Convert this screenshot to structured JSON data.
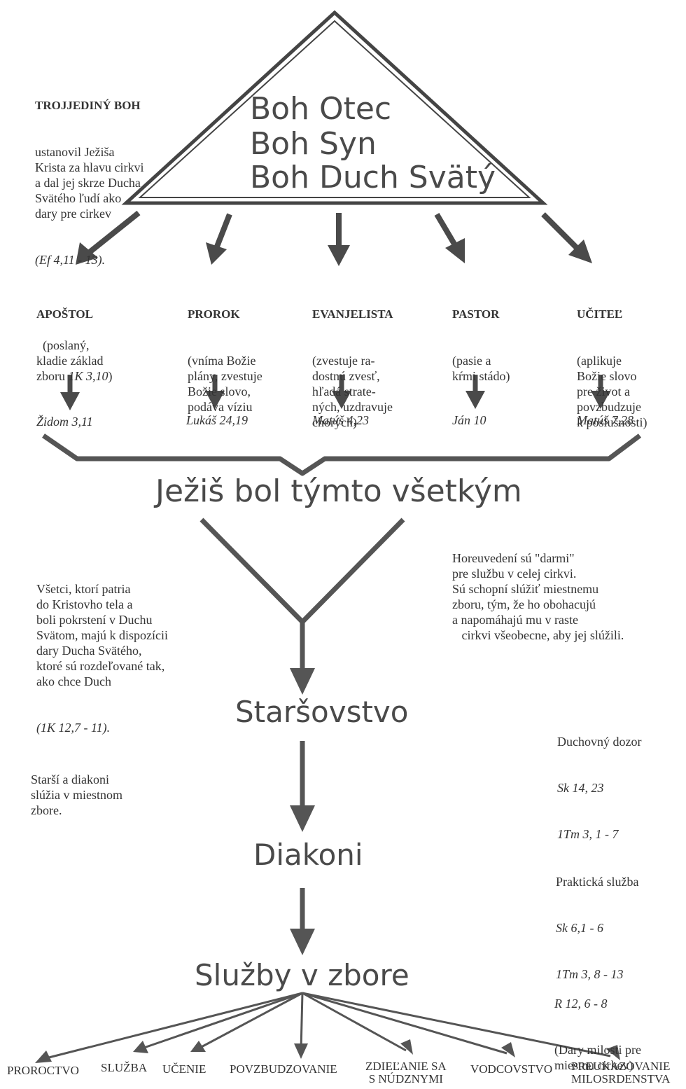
{
  "intro": {
    "title": "TROJJEDINÝ BOH",
    "text": "ustanovil Ježiša\nKrista za hlavu cirkvi\na dal jej skrze Ducha\nSvätého ľudí ako\ndary pre cirkev",
    "ref": "(Ef 4,11 - 13)."
  },
  "trinity": [
    "Boh Otec",
    "Boh Syn",
    "Boh Duch Svätý"
  ],
  "gifts": [
    {
      "title": "APOŠTOL",
      "desc": "(poslaný,\nkladie základ\nzboru ",
      "desc_ref": "1K 3,10",
      "desc_end": ")",
      "ref": "Židom 3,11"
    },
    {
      "title": "PROROK",
      "desc": "(vníma Božie\nplány, zvestuje\nBožie slovo,\npodáva víziu",
      "desc_ref": "",
      "desc_end": "",
      "ref": "Lukáš 24,19"
    },
    {
      "title": "EVANJELISTA",
      "desc": "(zvestuje ra-\ndostnú zvesť,\nhľadá strate-\nných, uzdravuje\nchorých)",
      "desc_ref": "",
      "desc_end": "",
      "ref": "Matúš 4,23"
    },
    {
      "title": "PASTOR",
      "desc": "(pasie a\nkŕmi stádo)",
      "desc_ref": "",
      "desc_end": "",
      "ref": "Ján 10"
    },
    {
      "title": "UČITEĽ",
      "desc": "(aplikuje\nBožie slovo\npre život a\npovzbudzuje\nk poslušnosti)",
      "desc_ref": "",
      "desc_end": "",
      "ref": "Matúš 7,28"
    }
  ],
  "jesus": "Ježiš bol týmto všetkým",
  "left_note": {
    "text": "Všetci, ktorí patria\ndo Kristovho tela a\nboli pokrstení v Duchu\nSvätom, majú k dispozícii\ndary Ducha Svätého,\nktoré sú rozdeľované tak,\nako chce Duch",
    "ref": "(1K 12,7 - 11)."
  },
  "right_note": "Horeuvedení sú \"darmi\"\npre službu v celej cirkvi.\nSú schopní slúžiť miestnemu\nzboru, tým, že ho obohacujú\na napomáhajú mu v raste\n   cirkvi všeobecne, aby jej slúžili.",
  "starsovstvo": {
    "title": "Staršovstvo",
    "note_title": "Duchovný dozor",
    "refs": [
      "Sk 14, 23",
      "1Tm 3, 1 - 7"
    ]
  },
  "elders_note": "Starší a diakoni\nslúžia v miestnom\nzbore.",
  "diakoni": {
    "title": "Diakoni",
    "note_title": "Praktická služba",
    "refs": [
      "Sk 6,1 - 6",
      "1Tm 3, 8 - 13"
    ]
  },
  "sluzby": {
    "title": "Služby v zbore",
    "ref": "R 12, 6 - 8",
    "note": "(Dary milosti pre\nmiestnu cirkev)"
  },
  "services": [
    "PROROCTVO",
    "SLUŽBA",
    "UČENIE",
    "POVZBUDZOVANIE",
    "ZDIEĽANIE SA\nS NÚDZNYMI",
    "VODCOVSTVO",
    "PREUKAZOVANIE\nMILOSRDENSTVA"
  ],
  "colors": {
    "ink": "#444444",
    "text": "#333333"
  }
}
